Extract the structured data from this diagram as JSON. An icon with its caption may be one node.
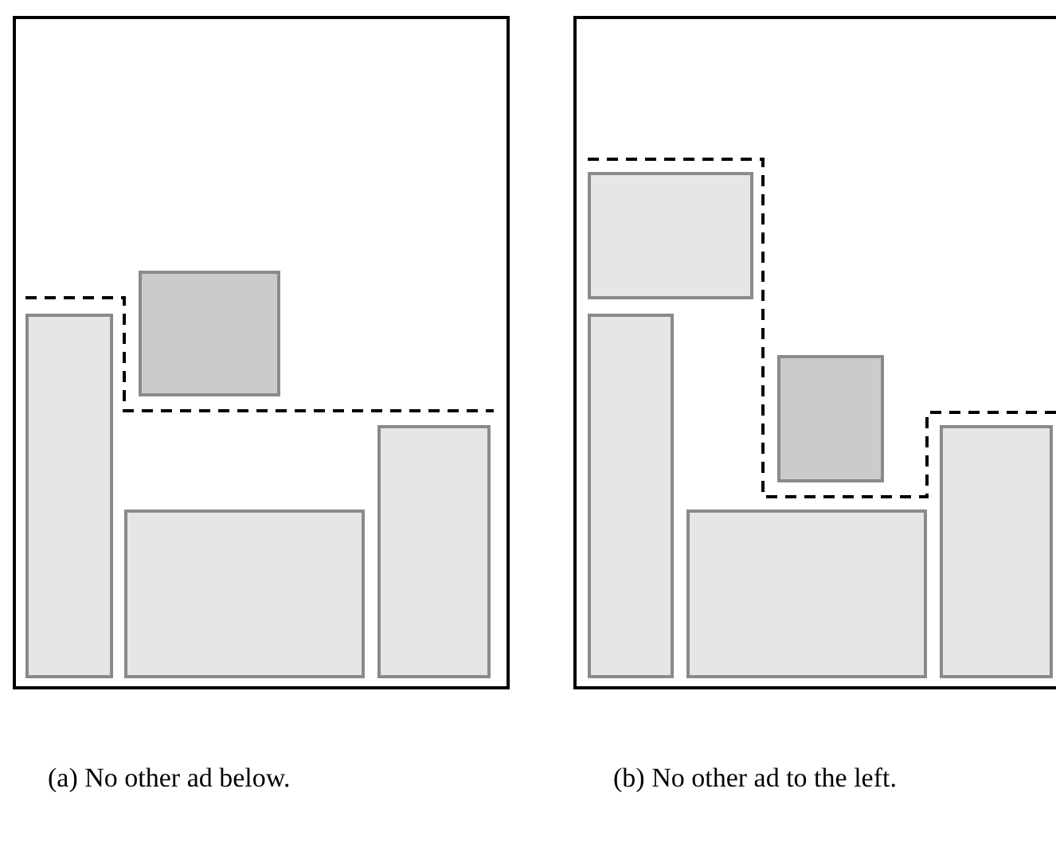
{
  "diagram": {
    "nodes": [
      {
        "text": [],
        "shape": "box"
      },
      {
        "text": [],
        "shape": "box",
        "in": 0
      },
      {
        "text": [],
        "shape": "box",
        "in": 0
      },
      {
        "text": [],
        "shape": "box",
        "in": 0
      },
      {
        "text": [],
        "shape": "box",
        "in": 0
      },
      {
        "text": [],
        "shape": "box"
      },
      {
        "text": [],
        "shape": "box",
        "in": 5
      },
      {
        "text": [],
        "shape": "box",
        "in": 5
      },
      {
        "text": [],
        "shape": "box",
        "in": 5
      },
      {
        "text": [],
        "shape": "box",
        "in": 5
      },
      {
        "text": [],
        "shape": "box",
        "in": 5
      }
    ],
    "edges": [],
    "labels": [
      "(a) No other ad below.",
      "(b) No other ad to the left."
    ]
  }
}
